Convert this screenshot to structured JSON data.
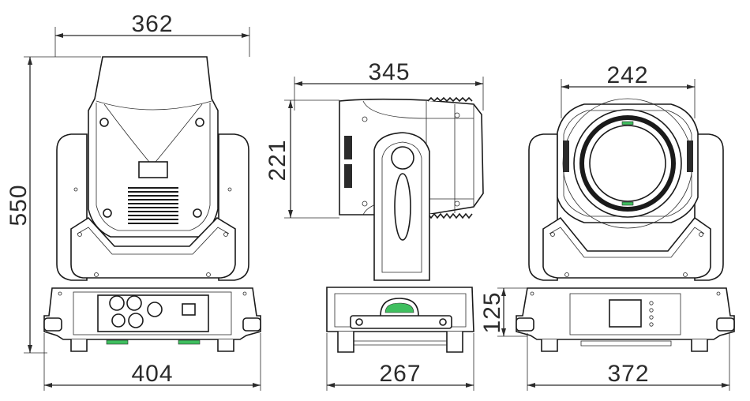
{
  "drawing": {
    "views": [
      {
        "id": "front",
        "width_label": "362",
        "height_label": "550",
        "base_width_label": "404"
      },
      {
        "id": "side",
        "width_label": "345",
        "head_height_label": "221",
        "base_width_label": "267"
      },
      {
        "id": "rear",
        "lens_width_label": "242",
        "base_height_label": "125",
        "base_width_label": "372"
      }
    ]
  },
  "colors": {
    "line": "#2b2b2b",
    "accent_green": "#3fbf5f"
  }
}
